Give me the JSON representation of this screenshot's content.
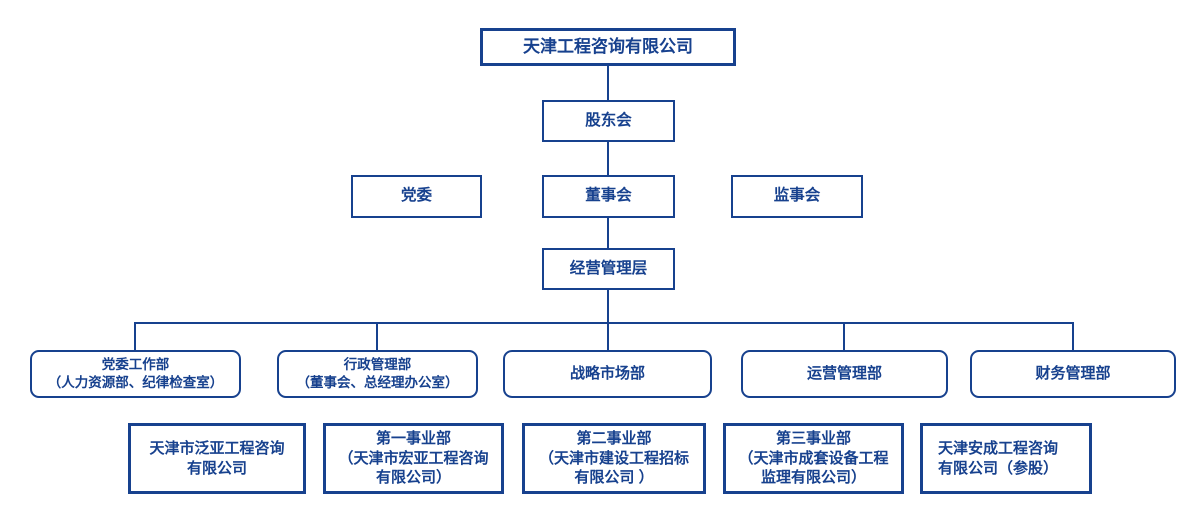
{
  "palette": {
    "line": "#17418e",
    "text": "#17418e",
    "bg": "#ffffff"
  },
  "nodes": {
    "root": {
      "label": "天津工程咨询有限公司"
    },
    "shareholders": {
      "label": "股东会"
    },
    "party": {
      "label": "党委"
    },
    "board": {
      "label": "董事会"
    },
    "supervisory": {
      "label": "监事会"
    },
    "management": {
      "label": "经营管理层"
    },
    "dept_party_work": {
      "lines": [
        "党委工作部",
        "（人力资源部、纪律检查室）"
      ]
    },
    "dept_admin": {
      "lines": [
        "行政管理部",
        "（董事会、总经理办公室）"
      ]
    },
    "dept_strategy": {
      "lines": [
        "战略市场部"
      ]
    },
    "dept_operations": {
      "lines": [
        "运营管理部"
      ]
    },
    "dept_finance": {
      "lines": [
        "财务管理部"
      ]
    },
    "sub_fanya": {
      "lines": [
        "天津市泛亚工程咨询",
        "有限公司"
      ]
    },
    "sub_div1": {
      "lines": [
        "第一事业部",
        "（天津市宏亚工程咨询",
        "有限公司）"
      ]
    },
    "sub_div2": {
      "lines": [
        "第二事业部",
        "（天津市建设工程招标",
        "有限公司 ）"
      ]
    },
    "sub_div3": {
      "lines": [
        "第三事业部",
        "（天津市成套设备工程",
        "监理有限公司）"
      ]
    },
    "sub_ancheng": {
      "lines": [
        "天津安成工程咨询",
        "有限公司（参股）"
      ]
    }
  }
}
